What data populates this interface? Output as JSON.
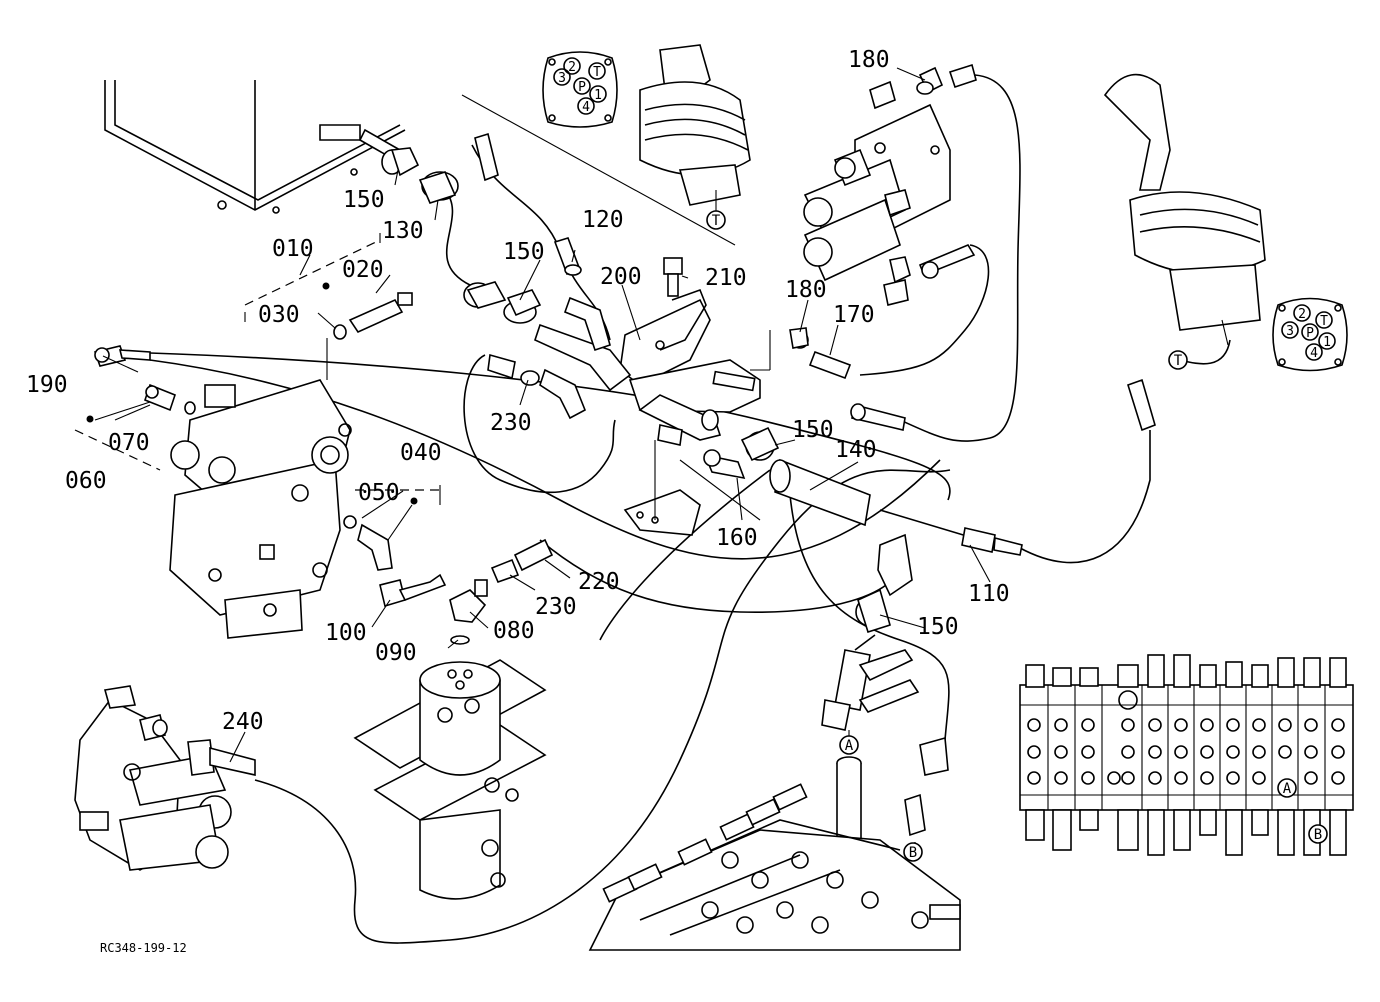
{
  "diagram": {
    "reference": "RC348-199-12",
    "labels": {
      "l010": "010",
      "l020": "020",
      "l030": "030",
      "l040": "040",
      "l050": "050",
      "l060": "060",
      "l070": "070",
      "l080": "080",
      "l090": "090",
      "l100": "100",
      "l110": "110",
      "l120": "120",
      "l130": "130",
      "l140": "140",
      "l150a": "150",
      "l150b": "150",
      "l150c": "150",
      "l150d": "150",
      "l160": "160",
      "l170": "170",
      "l180a": "180",
      "l180b": "180",
      "l190": "190",
      "l200": "200",
      "l210": "210",
      "l220": "220",
      "l230a": "230",
      "l230b": "230",
      "l240": "240"
    },
    "port_markers": {
      "a1": "A",
      "b1": "B",
      "a2": "A",
      "b2": "B",
      "t1": "T",
      "t2": "T"
    },
    "pattern_left": {
      "p2": "2",
      "pT": "T",
      "p3": "3",
      "pP": "P",
      "p1": "1",
      "p4": "4"
    },
    "pattern_right": {
      "p2": "2",
      "pT": "T",
      "p3": "3",
      "pP": "P",
      "p1": "1",
      "p4": "4"
    }
  }
}
